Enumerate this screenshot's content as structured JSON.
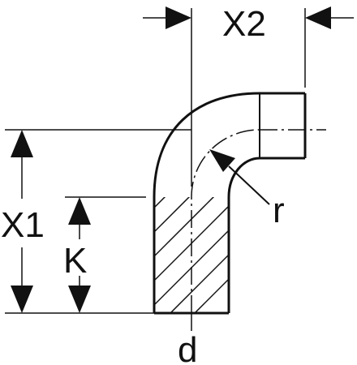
{
  "labels": {
    "x1": "X1",
    "x2": "X2",
    "k": "K",
    "r": "r",
    "d": "d"
  },
  "colors": {
    "stroke": "#111111",
    "background": "#ffffff"
  }
}
